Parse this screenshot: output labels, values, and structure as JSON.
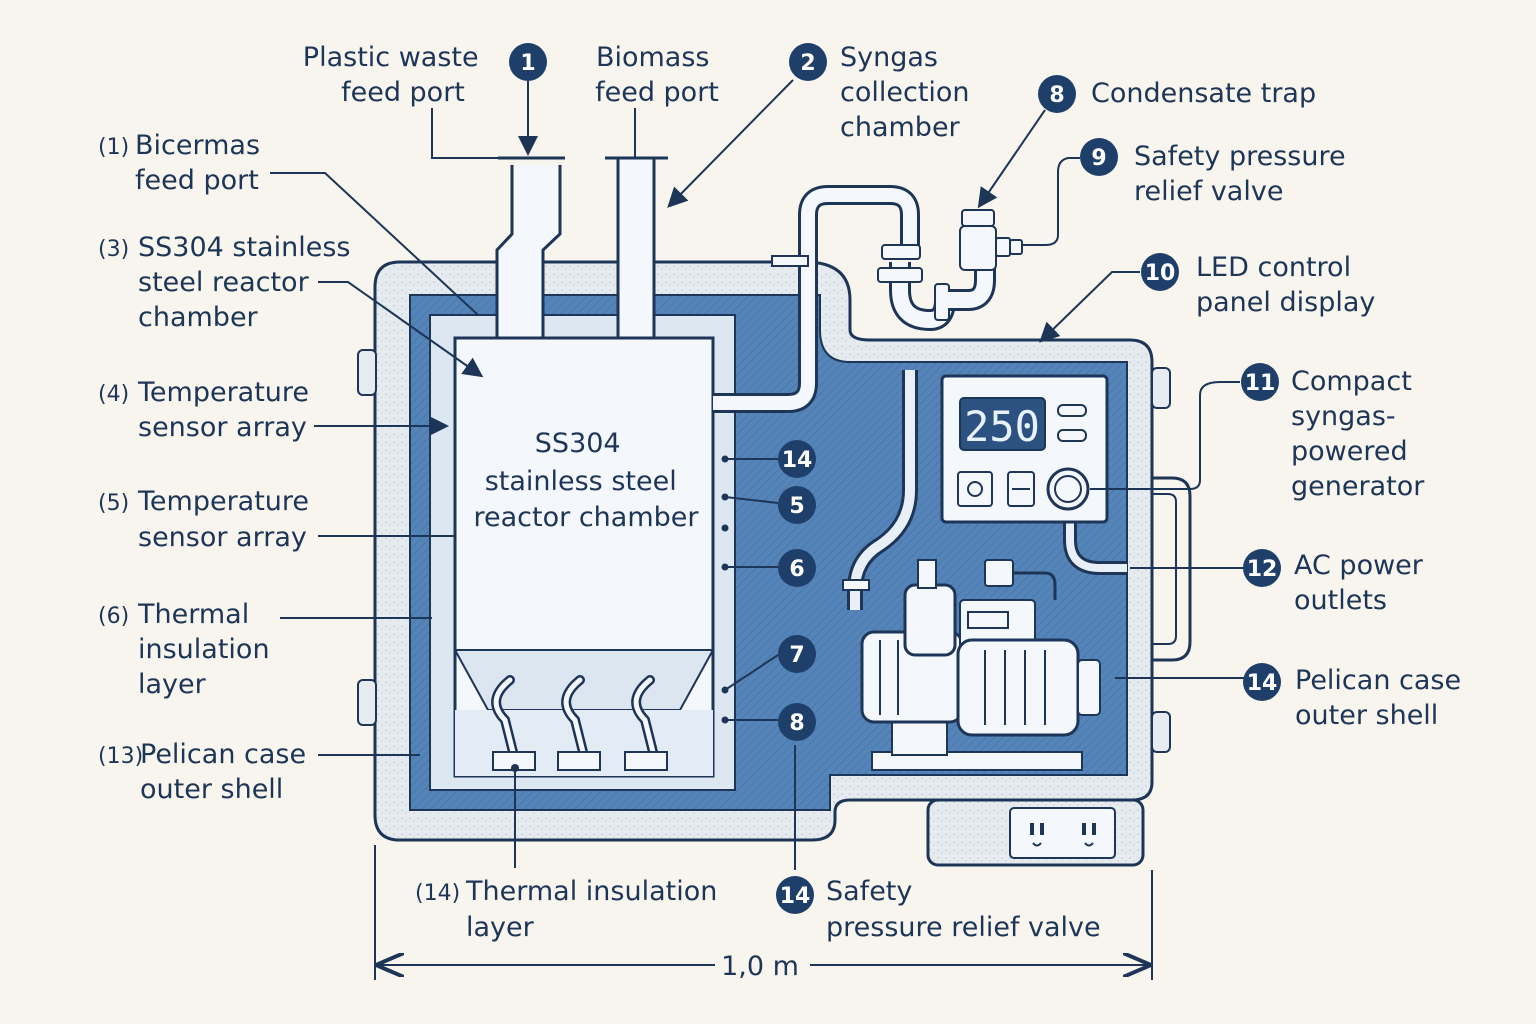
{
  "labels": {
    "plastic_feed": [
      "Plastic waste",
      "feed port"
    ],
    "biomass_feed": [
      "Biomass",
      "feed port"
    ],
    "syngas_chamber": [
      "Syngas",
      "collection",
      "chamber"
    ],
    "condensate_trap": [
      "Condensate trap"
    ],
    "relief_valve_top": [
      "Safety pressure",
      "relief valve"
    ],
    "led_panel": [
      "LED control",
      "panel display"
    ],
    "generator": [
      "Compact",
      "syngas-",
      "powered",
      "generator"
    ],
    "ac_outlets": [
      "AC power",
      "outlets"
    ],
    "pelican_right": [
      "Pelican case",
      "outer shell"
    ],
    "left_1": {
      "prefix": "(1)",
      "lines": [
        "Bicermas",
        "feed port"
      ]
    },
    "left_3": {
      "prefix": "(3)",
      "lines": [
        "SS304 stainless",
        "steel reactor",
        "chamber"
      ]
    },
    "left_4": {
      "prefix": "(4)",
      "lines": [
        "Temperature",
        "sensor array"
      ]
    },
    "left_5": {
      "prefix": "(5)",
      "lines": [
        "Temperature",
        "sensor array"
      ]
    },
    "left_6": {
      "prefix": "(6)",
      "lines": [
        "Thermal",
        "insulation",
        "layer"
      ]
    },
    "left_13": {
      "prefix": "(13)",
      "lines": [
        "Pelican case",
        "outer shell"
      ]
    },
    "bottom_14": {
      "prefix": "(14)",
      "lines": [
        "Thermal insulation",
        "layer"
      ]
    },
    "bottom_relief": [
      "Safety",
      "pressure relief valve"
    ],
    "reactor_center": [
      "SS304",
      "stainless steel",
      "reactor chamber"
    ],
    "dimension": "1,0 m"
  },
  "badges": {
    "b_plastic": "1",
    "b_syngas": "2",
    "b_condensate": "8",
    "b_relief": "9",
    "b_led": "10",
    "b_generator": "11",
    "b_ac": "12",
    "b_pelican": "14",
    "b_side_14": "14",
    "b_side_5": "5",
    "b_side_6": "6",
    "b_side_7": "7",
    "b_side_8": "8",
    "b_bottom_14": "14"
  },
  "display": {
    "readout": "250"
  },
  "colors": {
    "ink": "#1d3557",
    "badge": "#1f3f6b",
    "insulation": "#4f7fb5",
    "shell": "#e8ecef",
    "reactor": "#f4f7fb",
    "background": "#f7f5ee"
  }
}
